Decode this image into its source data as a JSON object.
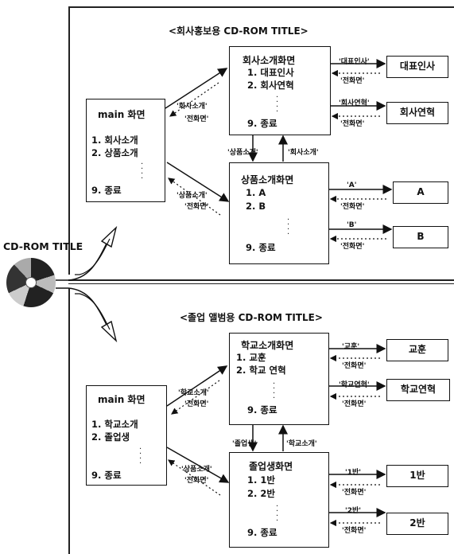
{
  "upper": {
    "title": "<회사홍보용 CD-ROM TITLE>",
    "main": {
      "title": "main 화면",
      "items": [
        "1. 회사소개",
        "2. 상품소개",
        "9. 종료"
      ]
    },
    "company": {
      "title": "회사소개화면",
      "items": [
        "1. 대표인사",
        "2. 회사연혁",
        "9. 종료"
      ]
    },
    "product": {
      "title": "상품소개화면",
      "items": [
        "1.   A",
        "2.   B",
        "9.   종료"
      ]
    },
    "leaves": [
      "대표인사",
      "회사연혁",
      "A",
      "B"
    ],
    "labels": {
      "main_company_fwd": "'회사소개'",
      "main_company_back": "'전화면'",
      "main_product_fwd": "'상품소개'",
      "main_product_back": "'전화면'",
      "mid_left": "'상품소개'",
      "mid_right": "'회사소개'",
      "l1_fwd": "'대표인사'",
      "l1_back": "'전화면'",
      "l2_fwd": "'회사연혁'",
      "l2_back": "'전화면'",
      "l3_fwd": "'A'",
      "l3_back": "'전화면'",
      "l4_fwd": "'B'",
      "l4_back": "'전화면'"
    }
  },
  "lower": {
    "title": "<졸업 앨범용  CD-ROM TITLE>",
    "main": {
      "title": "main 화면",
      "items": [
        "1. 학교소개",
        "2. 졸업생",
        "9. 종료"
      ]
    },
    "school": {
      "title": "학교소개화면",
      "items": [
        "1. 교훈",
        "2. 학교 연혁",
        "9. 종료"
      ]
    },
    "grad": {
      "title": "졸업생화면",
      "items": [
        "1. 1반",
        "2. 2반",
        "9. 종료"
      ]
    },
    "leaves": [
      "교훈",
      "학교연혁",
      "1반",
      "2반"
    ],
    "labels": {
      "main_school_fwd": "'학교소개'",
      "main_school_back": "'전화면'",
      "main_grad_fwd": "'상품소개'",
      "main_grad_back": "'전화면'",
      "mid_left": "'졸업생'",
      "mid_right": "'학교소개'",
      "l1_fwd": "'교훈'",
      "l1_back": "'전화면'",
      "l2_fwd": "'학교연혁'",
      "l2_back": "'전화면'",
      "l3_fwd": "'1반'",
      "l3_back": "'전화면'",
      "l4_fwd": "'2반'",
      "l4_back": "'전화면'"
    }
  },
  "source_label": "CD-ROM TITLE"
}
